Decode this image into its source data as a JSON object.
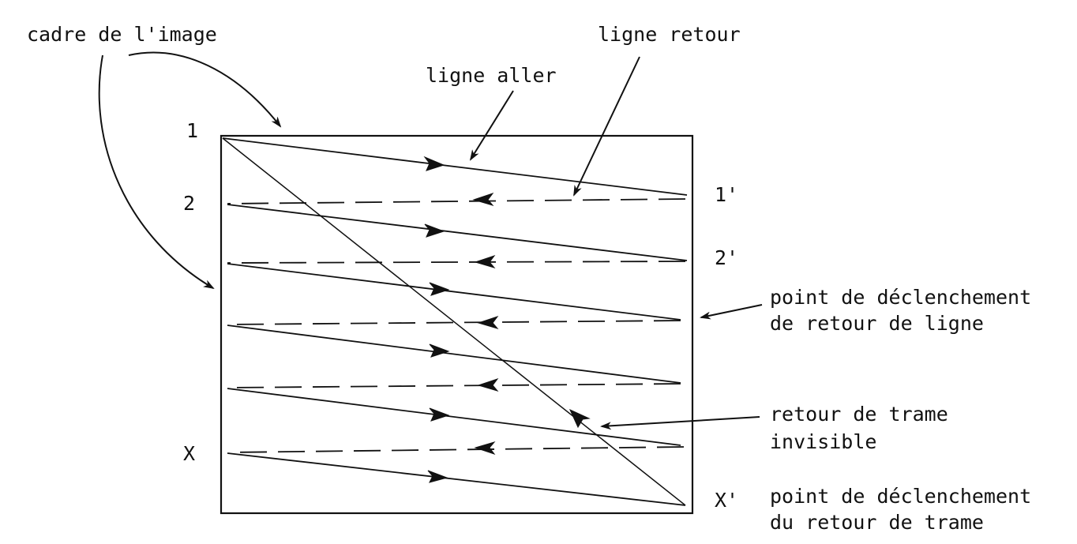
{
  "labels": {
    "cadre": "cadre de l'image",
    "ligne_retour": "ligne retour",
    "ligne_aller": "ligne aller",
    "n1": "1",
    "n2": "2",
    "nx": "X",
    "n1p": "1'",
    "n2p": "2'",
    "nxp": "X'",
    "decl_ligne_1": "point de déclenchement",
    "decl_ligne_2": "de retour de ligne",
    "trame_1": "retour de trame",
    "trame_2": "invisible",
    "decl_trame_1": "point de déclenchement",
    "decl_trame_2": "du retour de trame"
  }
}
